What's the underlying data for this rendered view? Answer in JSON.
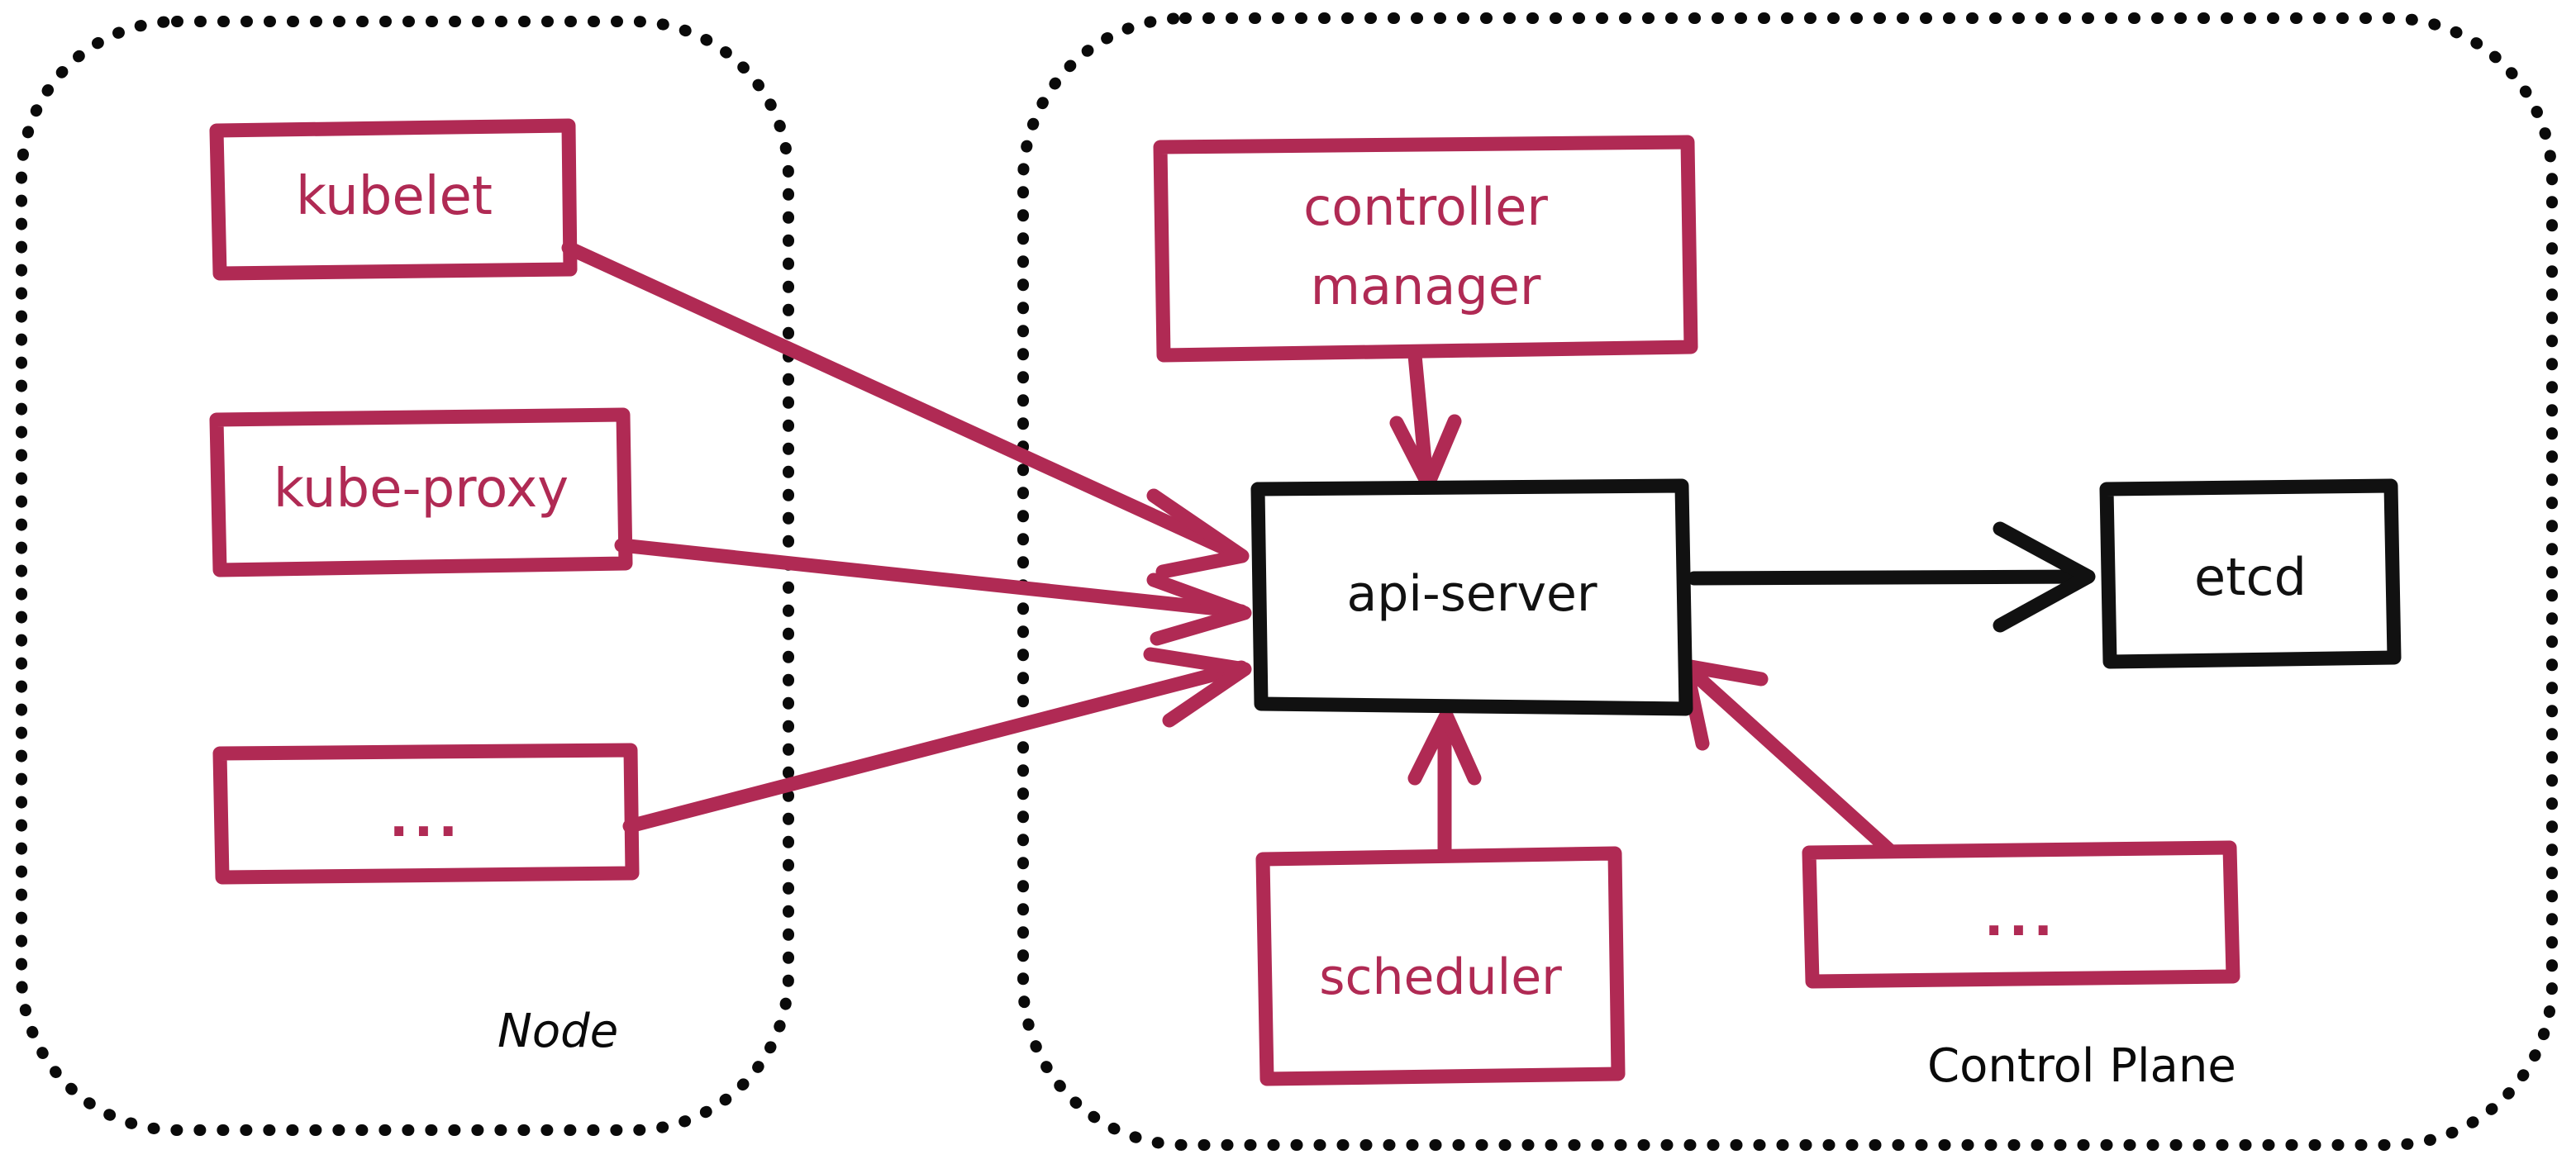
{
  "diagram": {
    "title": "Kubernetes Node and Control Plane component diagram",
    "colors": {
      "crimson": "#b02a54",
      "black": "#111111",
      "background": "#ffffff"
    },
    "groups": [
      {
        "id": "node",
        "label": "Node",
        "style": "dotted-rounded",
        "stroke": "#111111"
      },
      {
        "id": "control-plane",
        "label": "Control Plane",
        "style": "dotted-rounded",
        "stroke": "#111111"
      }
    ],
    "nodes": [
      {
        "id": "kubelet",
        "label": "kubelet",
        "color": "#b02a54",
        "group": "node"
      },
      {
        "id": "kube-proxy",
        "label": "kube-proxy",
        "color": "#b02a54",
        "group": "node"
      },
      {
        "id": "node-ellipsis",
        "label": "...",
        "color": "#b02a54",
        "group": "node"
      },
      {
        "id": "controller-manager",
        "label": "controller manager",
        "line1": "controller",
        "line2": "manager",
        "color": "#b02a54",
        "group": "control-plane"
      },
      {
        "id": "api-server",
        "label": "api-server",
        "color": "#111111",
        "group": "control-plane"
      },
      {
        "id": "etcd",
        "label": "etcd",
        "color": "#111111",
        "group": "control-plane"
      },
      {
        "id": "scheduler",
        "label": "scheduler",
        "color": "#b02a54",
        "group": "control-plane"
      },
      {
        "id": "cp-ellipsis",
        "label": "...",
        "color": "#b02a54",
        "group": "control-plane"
      }
    ],
    "edges": [
      {
        "from": "kubelet",
        "to": "api-server",
        "color": "#b02a54",
        "arrow": "end"
      },
      {
        "from": "kube-proxy",
        "to": "api-server",
        "color": "#b02a54",
        "arrow": "end"
      },
      {
        "from": "node-ellipsis",
        "to": "api-server",
        "color": "#b02a54",
        "arrow": "end"
      },
      {
        "from": "controller-manager",
        "to": "api-server",
        "color": "#b02a54",
        "arrow": "end"
      },
      {
        "from": "scheduler",
        "to": "api-server",
        "color": "#b02a54",
        "arrow": "end"
      },
      {
        "from": "cp-ellipsis",
        "to": "api-server",
        "color": "#b02a54",
        "arrow": "end"
      },
      {
        "from": "api-server",
        "to": "etcd",
        "color": "#111111",
        "arrow": "end"
      }
    ]
  }
}
